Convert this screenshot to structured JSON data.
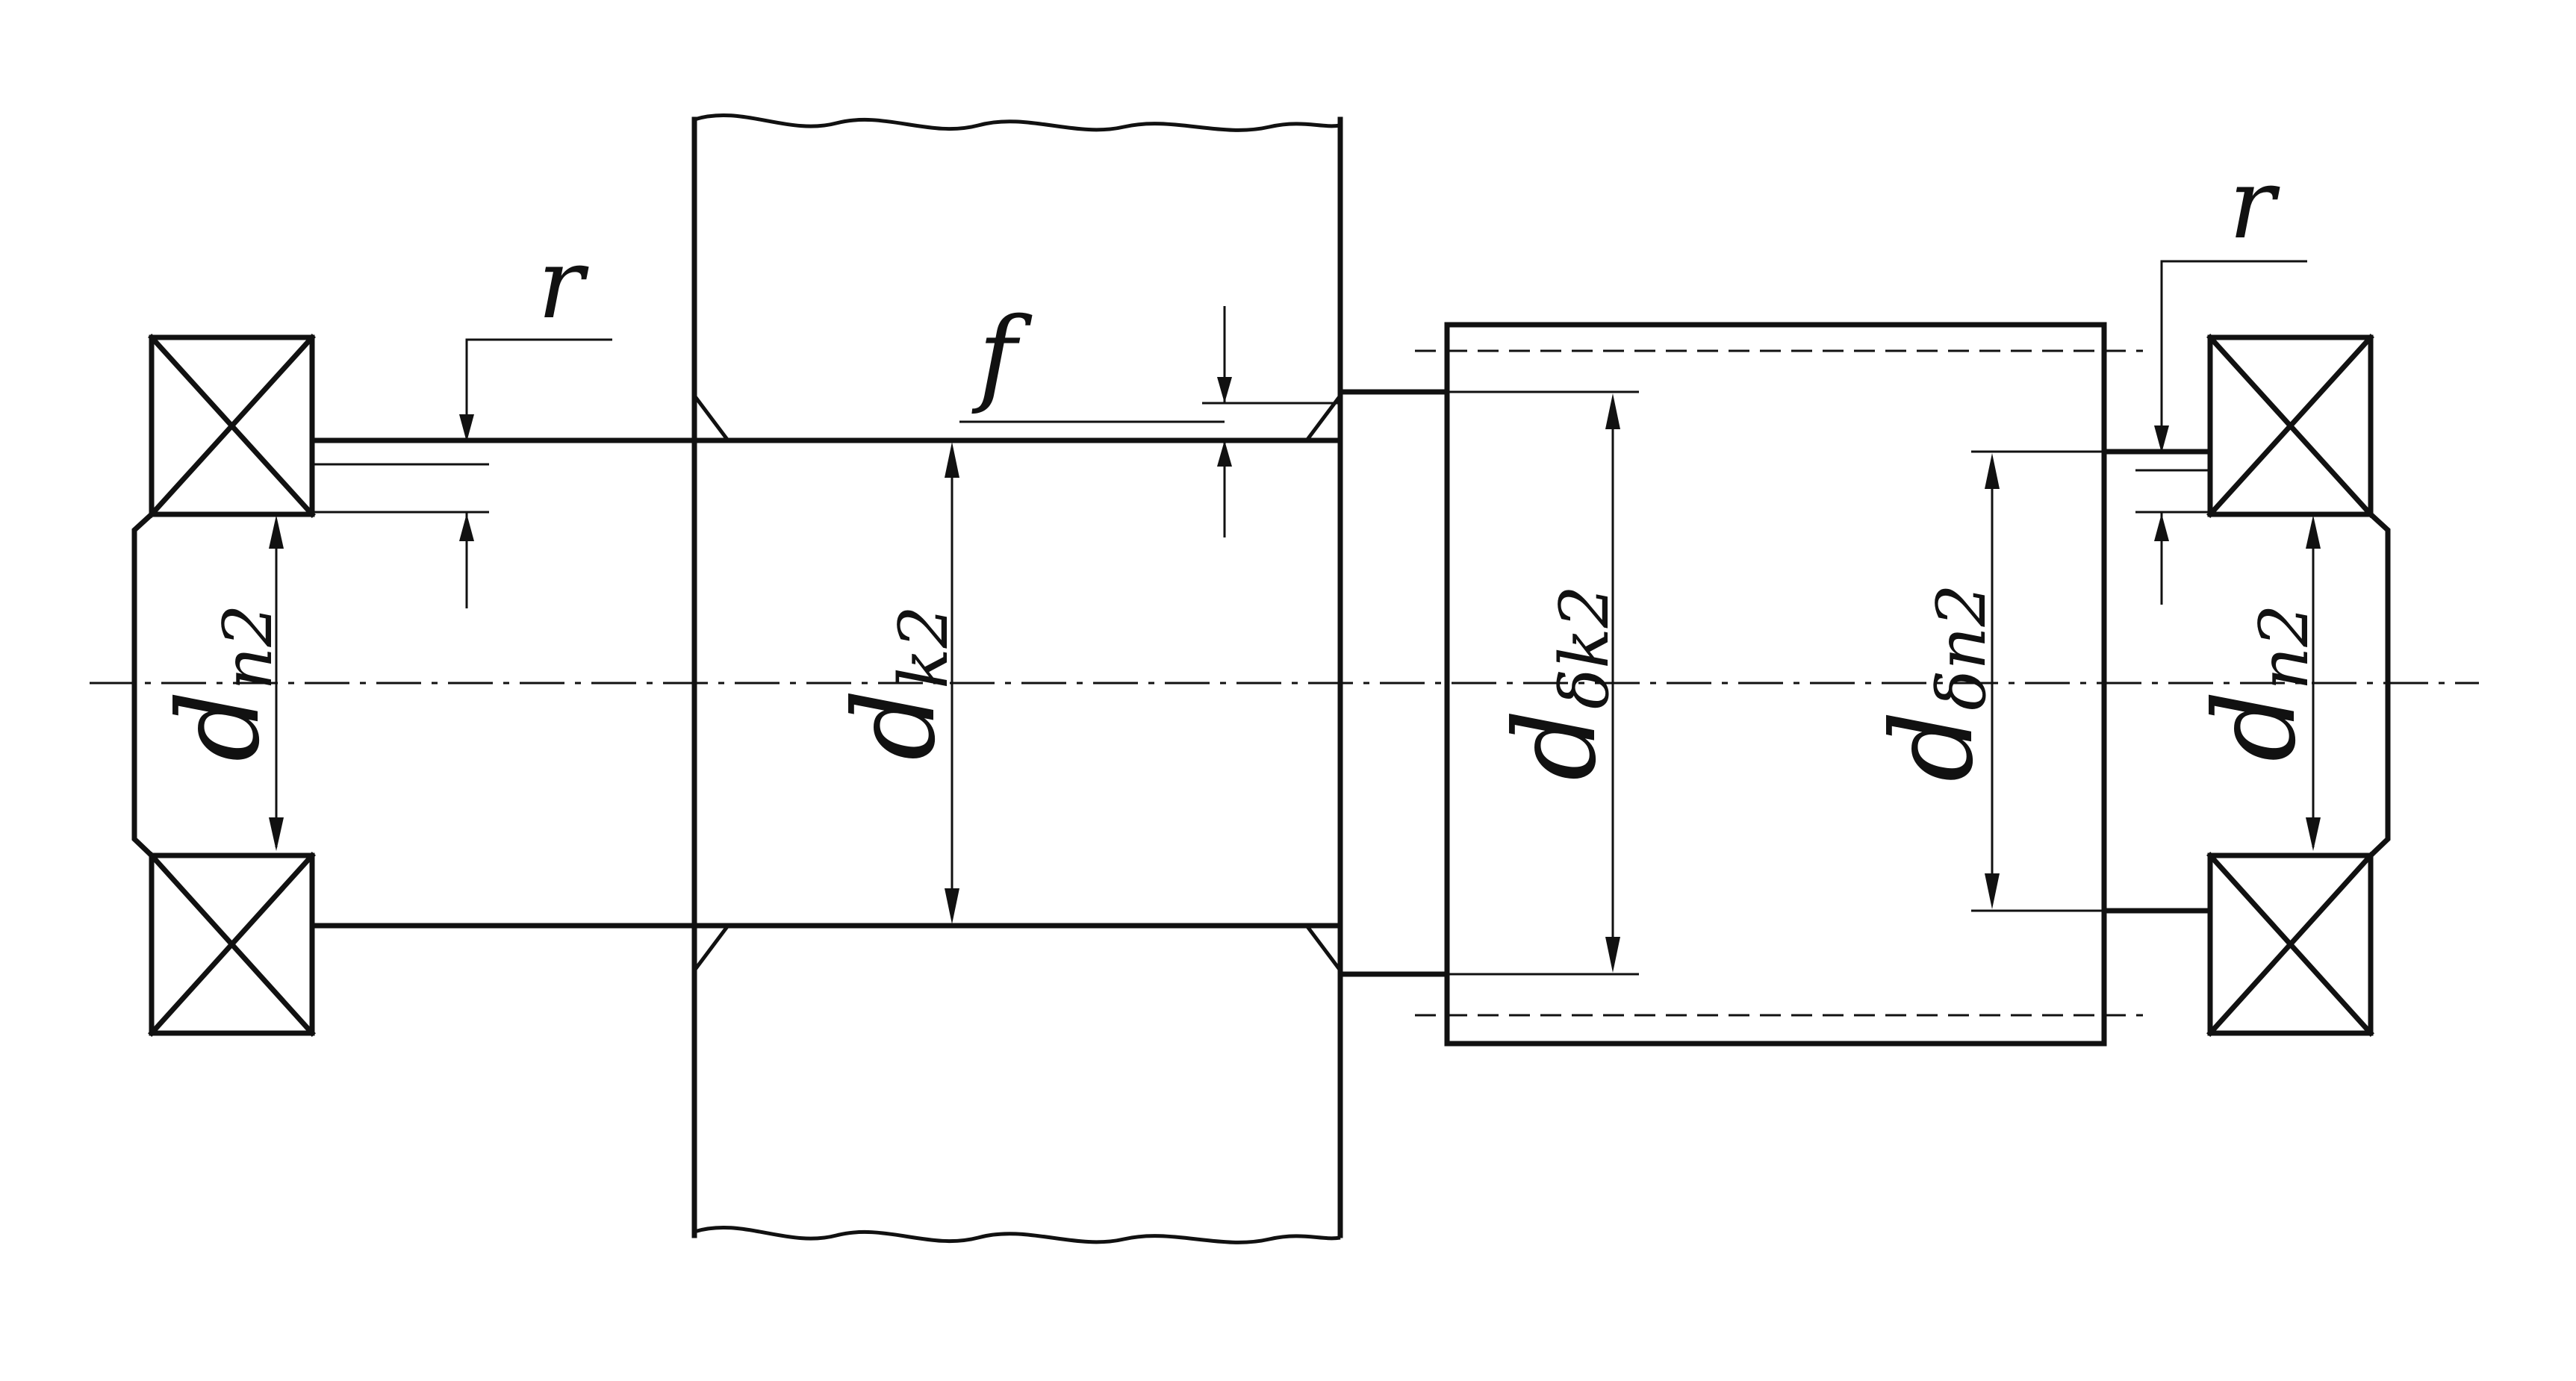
{
  "labels": {
    "d_n2_left": {
      "main": "d",
      "sub": "n2"
    },
    "d_k2": {
      "main": "d",
      "sub": "k2"
    },
    "d_bk2": {
      "main": "d",
      "sub": "δk2"
    },
    "d_bn2": {
      "main": "d",
      "sub": "δn2"
    },
    "d_n2_right": {
      "main": "d",
      "sub": "n2"
    },
    "r_left": "r",
    "r_right": "r",
    "f": "f"
  },
  "colors": {
    "line": "#111111",
    "background": "#ffffff"
  }
}
